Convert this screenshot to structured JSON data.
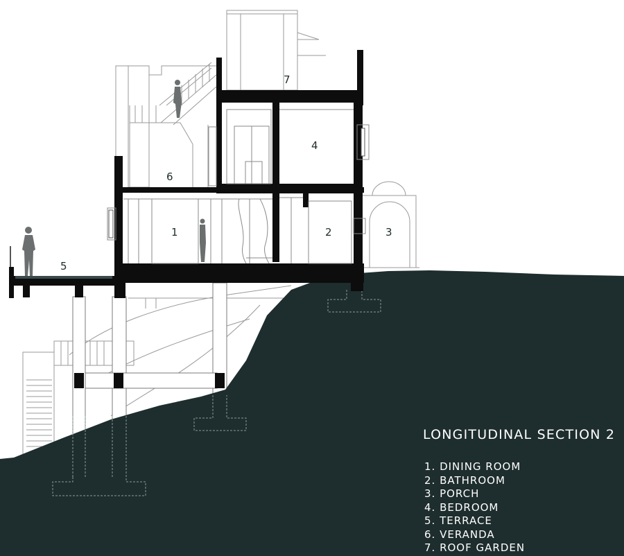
{
  "title": "LONGITUDINAL SECTION 2",
  "rooms": [
    {
      "number": "1",
      "legend": "1. DINING ROOM"
    },
    {
      "number": "2",
      "legend": "2. BATHROOM"
    },
    {
      "number": "3",
      "legend": "3. PORCH"
    },
    {
      "number": "4",
      "legend": "4. BEDROOM"
    },
    {
      "number": "5",
      "legend": "5. TERRACE"
    },
    {
      "number": "6",
      "legend": "6. VERANDA"
    },
    {
      "number": "7",
      "legend": "7. ROOF GARDEN"
    }
  ],
  "colors": {
    "ground": "#1e2d2d",
    "wall": "#0d0d0d",
    "line": "#8a8a8a",
    "human": "#6b6f70",
    "label": "#1e2a2a",
    "legend_text": "#ffffff"
  }
}
